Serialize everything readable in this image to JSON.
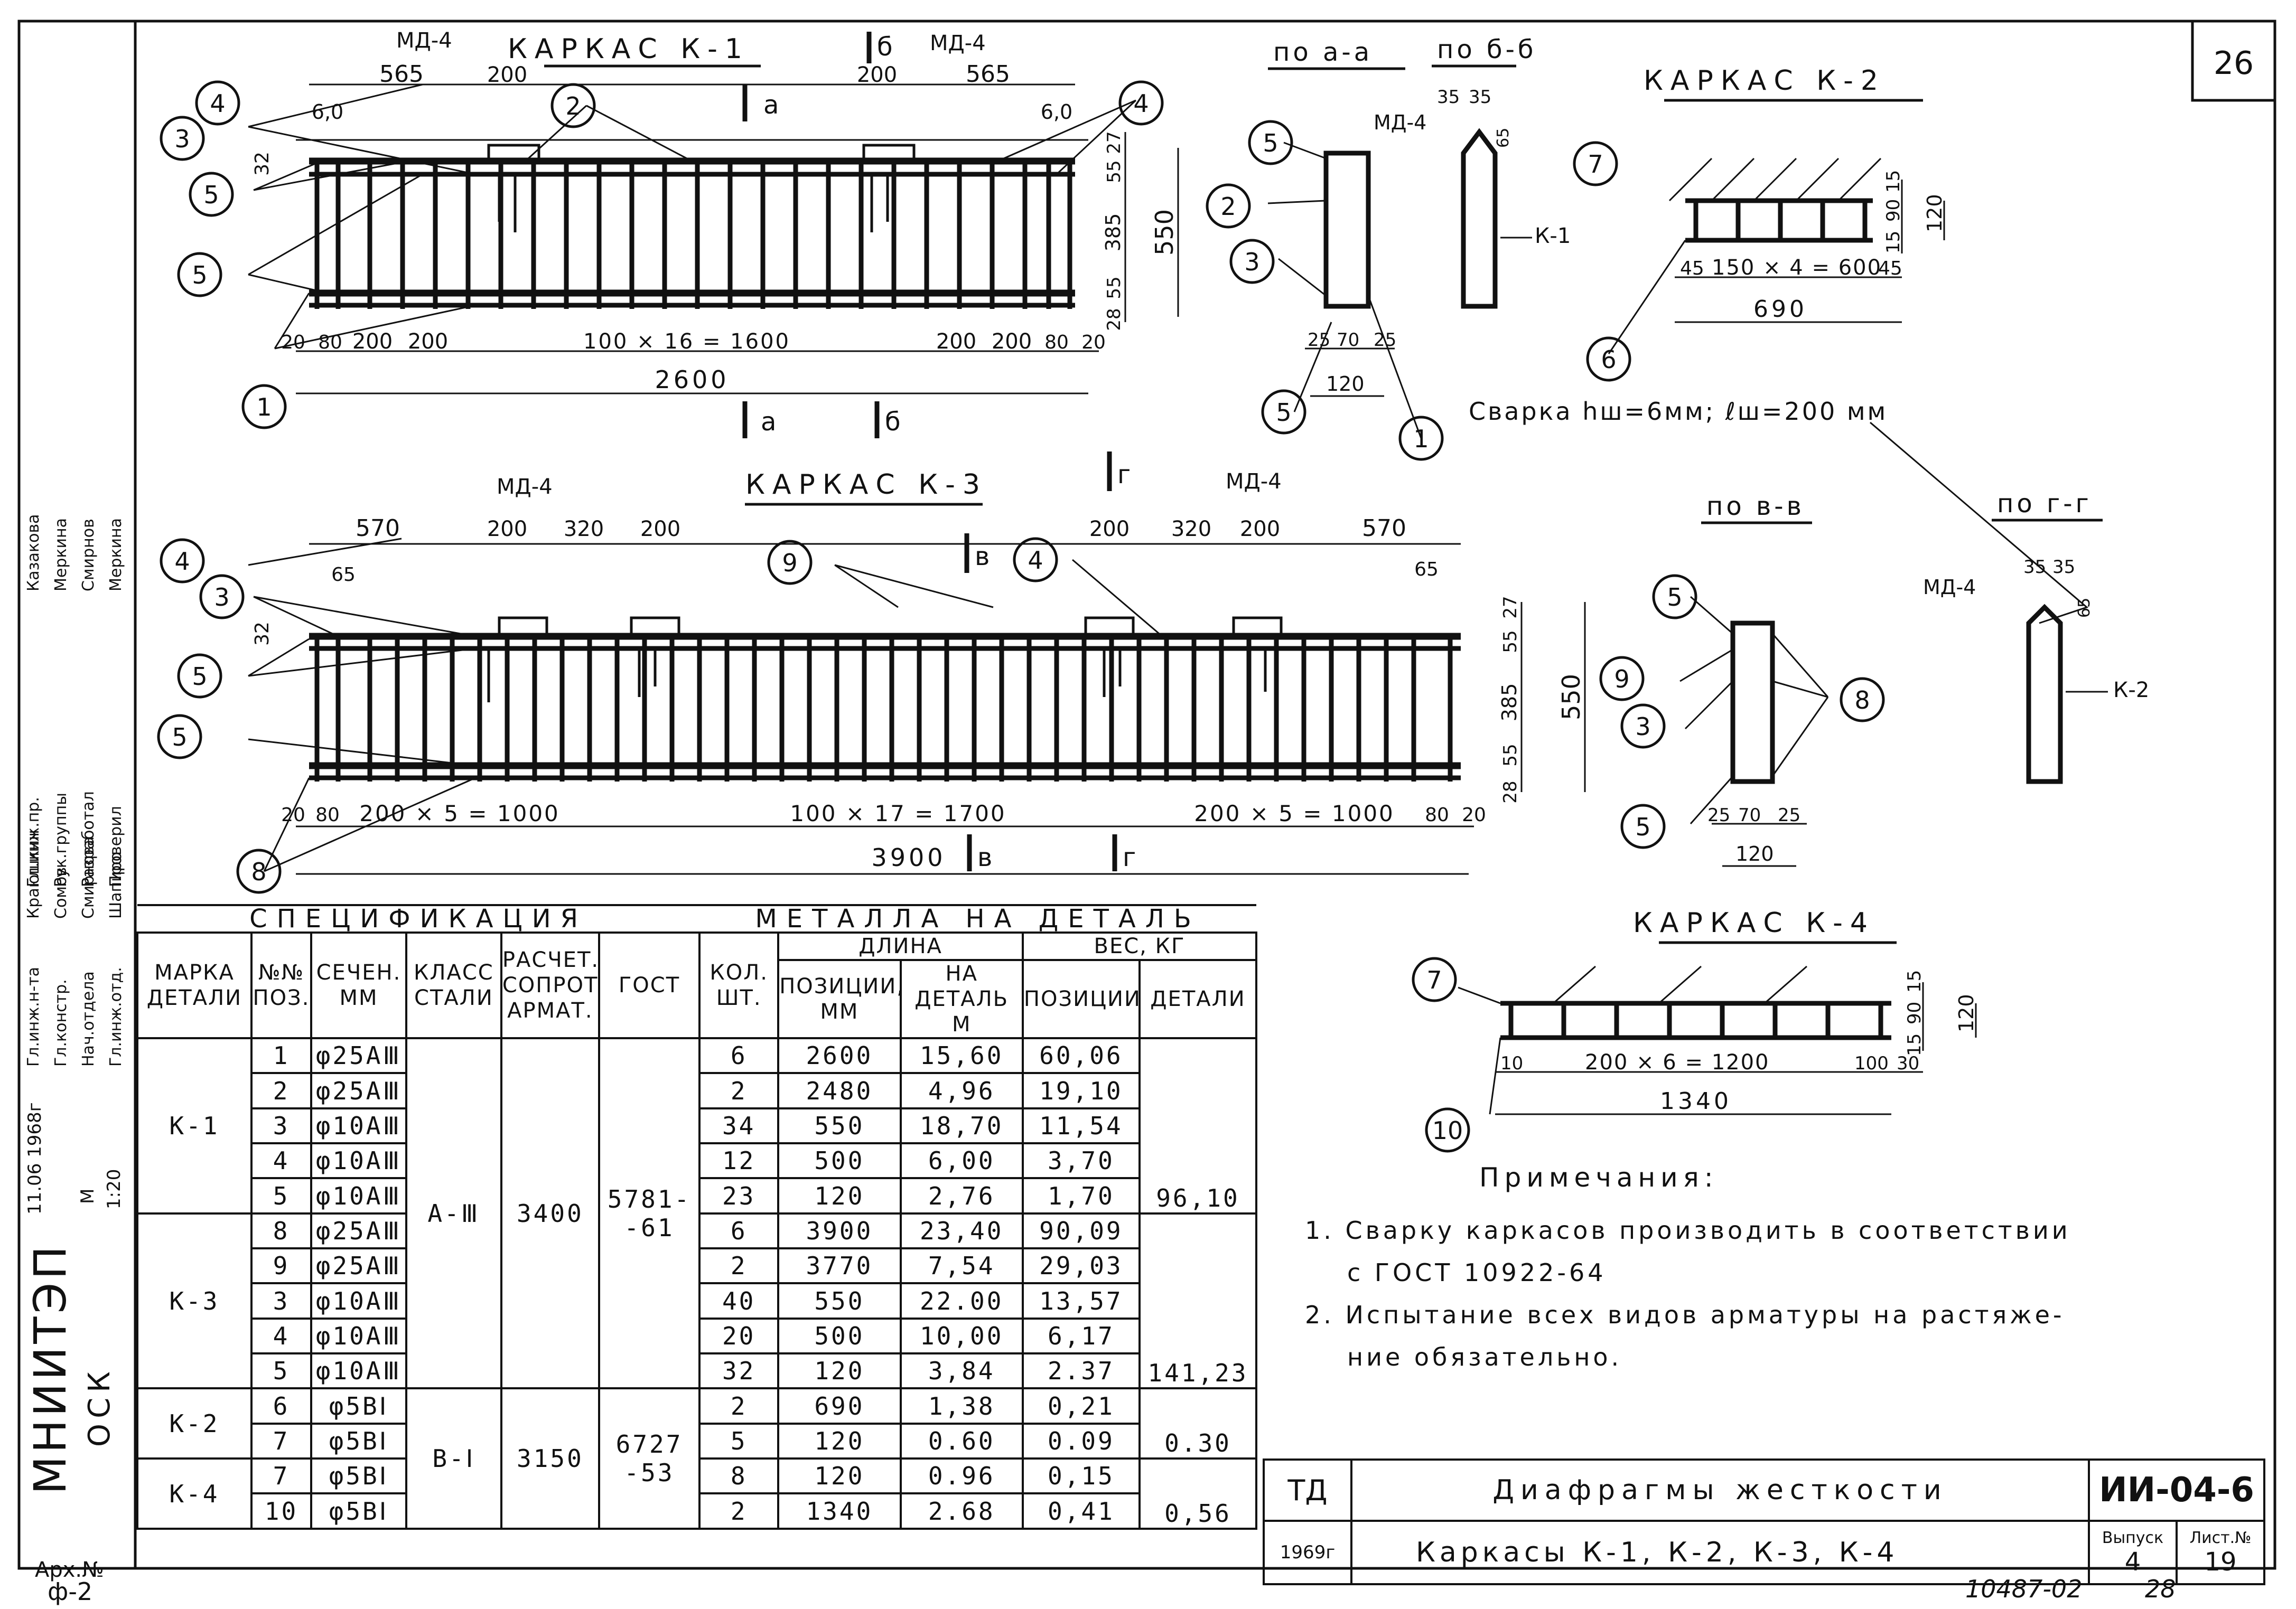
{
  "sheet_number": "26",
  "drawings": {
    "k1_title": "КАРКАС К-1",
    "k2_title": "КАРКАС К-2",
    "k3_title": "КАРКАС К-3",
    "k4_title": "КАРКАС К-4",
    "sec_aa": "по а-а",
    "sec_bb": "по б-б",
    "sec_vv": "по в-в",
    "sec_gg": "по г-г",
    "md4": "МД-4",
    "k1_ref": "К-1",
    "k2_ref": "К-2",
    "weld_note": "Сварка hш=6мм; ℓш=200 мм",
    "cut_a": "а",
    "cut_b": "б",
    "cut_v": "в",
    "cut_g": "г",
    "k1_dims": {
      "top_565_l": "565",
      "top_200_l": "200",
      "top_200_r": "200",
      "top_565_r": "565",
      "edge_60_l": "6,0",
      "edge_60_r": "6,0",
      "v32": "32",
      "v27": "27",
      "v55a": "55",
      "v385": "385",
      "v55b": "55",
      "v28": "28",
      "h550": "550",
      "b20l": "20",
      "b80l": "80",
      "b200a": "200",
      "b200b": "200",
      "b_mid": "100 × 16 = 1600",
      "b200c": "200",
      "b200d": "200",
      "b80r": "80",
      "b20r": "20",
      "total": "2600"
    },
    "sec_aa_dims": {
      "d25": "25",
      "d70": "70",
      "d25b": "25",
      "d120": "120"
    },
    "sec_bb_dims": {
      "d35a": "35",
      "d35b": "35",
      "d65": "65"
    },
    "k2_dims": {
      "d15a": "15",
      "d90": "90",
      "d15b": "15",
      "d120": "120",
      "d45a": "45",
      "mid": "150 × 4 = 600",
      "d45b": "45",
      "total": "690"
    },
    "k3_dims": {
      "top_570_l": "570",
      "top_200_l": "200",
      "top_320_l": "320",
      "top_200_l2": "200",
      "top_200_r": "200",
      "top_320_r": "320",
      "top_200_r2": "200",
      "top_570_r": "570",
      "edge_65_l": "65",
      "edge_65_r": "65",
      "v32": "32",
      "v27": "27",
      "v55a": "55",
      "v385": "385",
      "v55b": "55",
      "v28": "28",
      "h550": "550",
      "b20l": "20",
      "b80l": "80",
      "b_left": "200 × 5 = 1000",
      "b_mid": "100 × 17 = 1700",
      "b_right": "200 × 5 = 1000",
      "b80r": "80",
      "b20r": "20",
      "total": "3900"
    },
    "sec_vv_dims": {
      "d25a": "25",
      "d70": "70",
      "d25b": "25",
      "d120": "120"
    },
    "sec_gg_dims": {
      "d35a": "35",
      "d35b": "35",
      "d65": "65"
    },
    "k4_dims": {
      "d15a": "15",
      "d90": "90",
      "d15b": "15",
      "d120": "120",
      "d10": "10",
      "mid": "200 × 6 = 1200",
      "d100": "100",
      "d30": "30",
      "total": "1340"
    },
    "callouts": [
      "1",
      "2",
      "3",
      "4",
      "5",
      "6",
      "7",
      "8",
      "9",
      "10"
    ]
  },
  "spec": {
    "title_left": "СПЕЦИФИКАЦИЯ",
    "title_right": "МЕТАЛЛА НА ДЕТАЛЬ",
    "headers": {
      "mark": "МАРКА ДЕТАЛИ",
      "pos": "№№ ПОЗ.",
      "section": "СЕЧЕН. ММ",
      "steel": "КЛАСС СТАЛИ",
      "resist": "РАСЧЕТ. СОПРОТ. АРМАТ.",
      "gost": "ГОСТ",
      "qty": "КОЛ. ШТ.",
      "length": "ДЛИНА",
      "len_pos": "ПОЗИЦИИ, ММ",
      "len_det": "НА ДЕТАЛЬ М",
      "weight": "ВЕС, КГ",
      "w_pos": "ПОЗИЦИИ",
      "w_det": "ДЕТАЛИ"
    },
    "groups": [
      {
        "mark": "К-1",
        "total": "96,10",
        "rows": [
          {
            "pos": "1",
            "section": "φ25AⅢ",
            "qty": "6",
            "len_pos": "2600",
            "len_det": "15,60",
            "w_pos": "60,06"
          },
          {
            "pos": "2",
            "section": "φ25AⅢ",
            "qty": "2",
            "len_pos": "2480",
            "len_det": "4,96",
            "w_pos": "19,10"
          },
          {
            "pos": "3",
            "section": "φ10AⅢ",
            "qty": "34",
            "len_pos": "550",
            "len_det": "18,70",
            "w_pos": "11,54"
          },
          {
            "pos": "4",
            "section": "φ10AⅢ",
            "qty": "12",
            "len_pos": "500",
            "len_det": "6,00",
            "w_pos": "3,70"
          },
          {
            "pos": "5",
            "section": "φ10AⅢ",
            "qty": "23",
            "len_pos": "120",
            "len_det": "2,76",
            "w_pos": "1,70"
          }
        ]
      },
      {
        "mark": "К-3",
        "total": "141,23",
        "rows": [
          {
            "pos": "8",
            "section": "φ25AⅢ",
            "qty": "6",
            "len_pos": "3900",
            "len_det": "23,40",
            "w_pos": "90,09"
          },
          {
            "pos": "9",
            "section": "φ25AⅢ",
            "qty": "2",
            "len_pos": "3770",
            "len_det": "7,54",
            "w_pos": "29,03"
          },
          {
            "pos": "3",
            "section": "φ10AⅢ",
            "qty": "40",
            "len_pos": "550",
            "len_det": "22.00",
            "w_pos": "13,57"
          },
          {
            "pos": "4",
            "section": "φ10AⅢ",
            "qty": "20",
            "len_pos": "500",
            "len_det": "10,00",
            "w_pos": "6,17"
          },
          {
            "pos": "5",
            "section": "φ10AⅢ",
            "qty": "32",
            "len_pos": "120",
            "len_det": "3,84",
            "w_pos": "2.37"
          }
        ]
      },
      {
        "mark": "К-2",
        "total": "0.30",
        "rows": [
          {
            "pos": "6",
            "section": "φ5BⅠ",
            "qty": "2",
            "len_pos": "690",
            "len_det": "1,38",
            "w_pos": "0,21"
          },
          {
            "pos": "7",
            "section": "φ5BⅠ",
            "qty": "5",
            "len_pos": "120",
            "len_det": "0.60",
            "w_pos": "0.09"
          }
        ]
      },
      {
        "mark": "К-4",
        "total": "0,56",
        "rows": [
          {
            "pos": "7",
            "section": "φ5BⅠ",
            "qty": "8",
            "len_pos": "120",
            "len_det": "0.96",
            "w_pos": "0,15"
          },
          {
            "pos": "10",
            "section": "φ5BⅠ",
            "qty": "2",
            "len_pos": "1340",
            "len_det": "2.68",
            "w_pos": "0,41"
          }
        ]
      }
    ],
    "steel_a3": "А-Ⅲ",
    "resist_a3": "3400",
    "gost_a3": "5781--61",
    "steel_b1": "В-Ⅰ",
    "resist_b1": "3150",
    "gost_b1": "6727--53"
  },
  "notes": {
    "heading": "Примечания:",
    "item1_l1": "1. Сварку каркасов производить в соответствии",
    "item1_l2": "с ГОСТ 10922-64",
    "item2_l1": "2. Испытание всех видов арматуры на растяже-",
    "item2_l2": "ние обязательно."
  },
  "title_block": {
    "td": "ТД",
    "year": "1969г",
    "title1": "Диафрагмы жесткости",
    "title2": "Каркасы К-1, К-2, К-3, К-4",
    "code": "ИИ-04-6",
    "issue_label": "Выпуск",
    "issue": "4",
    "sheet_label": "Лист.№",
    "sheet": "19"
  },
  "side_strip": {
    "org": "МНИИТЭП",
    "dept": "ОСК",
    "arch": "Арх.№",
    "date": "11.06 1968г",
    "scale_label": "М",
    "scale": "1:20",
    "roles": [
      "Гл.инж.н-та",
      "Гл.констр.",
      "Нач.отдела",
      "Гл.инж.отд.",
      "Гл.инж.пр.",
      "Рук.группы",
      "Разработал",
      "Проверил"
    ],
    "names": [
      "Краюшкин",
      "Сомов",
      "Смирнова",
      "Шапиро",
      "Казакова",
      "Меркина",
      "Смирнов",
      "Меркина"
    ]
  },
  "footer": {
    "left": "ф-2",
    "archive": "10487-02",
    "page": "28"
  }
}
